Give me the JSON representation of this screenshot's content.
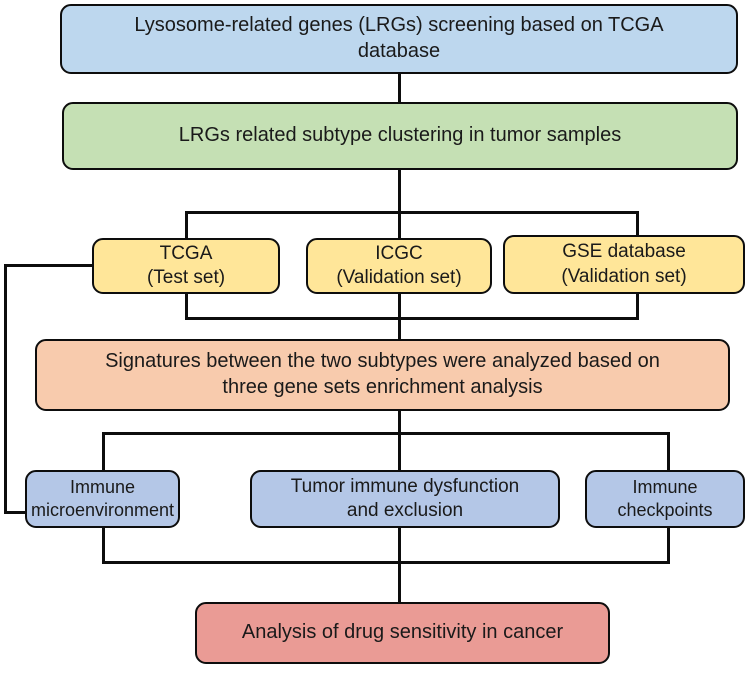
{
  "diagram": {
    "type": "flowchart",
    "nodes": {
      "screening": {
        "label": "Lysosome-related genes (LRGs) screening based on TCGA\ndatabase",
        "fill": "#BDD7EE"
      },
      "clustering": {
        "label": "LRGs related subtype clustering in tumor samples",
        "fill": "#C5E0B4"
      },
      "tcga": {
        "label": "TCGA\n(Test set)",
        "fill": "#FFE699"
      },
      "icgc": {
        "label": "ICGC\n(Validation set)",
        "fill": "#FFE699"
      },
      "gse": {
        "label": "GSE database\n(Validation set)",
        "fill": "#FFE699"
      },
      "signatures": {
        "label": "Signatures between the two subtypes were analyzed based on\nthree gene sets enrichment analysis",
        "fill": "#F8CBAD"
      },
      "immune_microenvironment": {
        "label": "Immune\nmicroenvironment",
        "fill": "#B4C7E7"
      },
      "tide": {
        "label": "Tumor immune dysfunction\nand exclusion",
        "fill": "#B4C7E7"
      },
      "checkpoints": {
        "label": "Immune\ncheckpoints",
        "fill": "#B4C7E7"
      },
      "drug_sensitivity": {
        "label": "Analysis of drug sensitivity in cancer",
        "fill": "#EA9B95"
      }
    },
    "edges": [
      "screening -> clustering",
      "clustering -> tcga",
      "clustering -> icgc",
      "clustering -> gse",
      "tcga -> signatures",
      "icgc -> signatures",
      "gse -> signatures",
      "tcga -> immune_microenvironment (left branch)",
      "signatures -> immune_microenvironment",
      "signatures -> tide",
      "signatures -> checkpoints",
      "immune_microenvironment -> drug_sensitivity",
      "tide -> drug_sensitivity",
      "checkpoints -> drug_sensitivity"
    ],
    "palette": {
      "border": "#0d0d0d",
      "text": "#1a1a1a",
      "background": "#ffffff",
      "blue": "#BDD7EE",
      "green": "#C5E0B4",
      "yellow": "#FFE699",
      "orange": "#F8CBAD",
      "periwinkle": "#B4C7E7",
      "red": "#EA9B95"
    }
  }
}
